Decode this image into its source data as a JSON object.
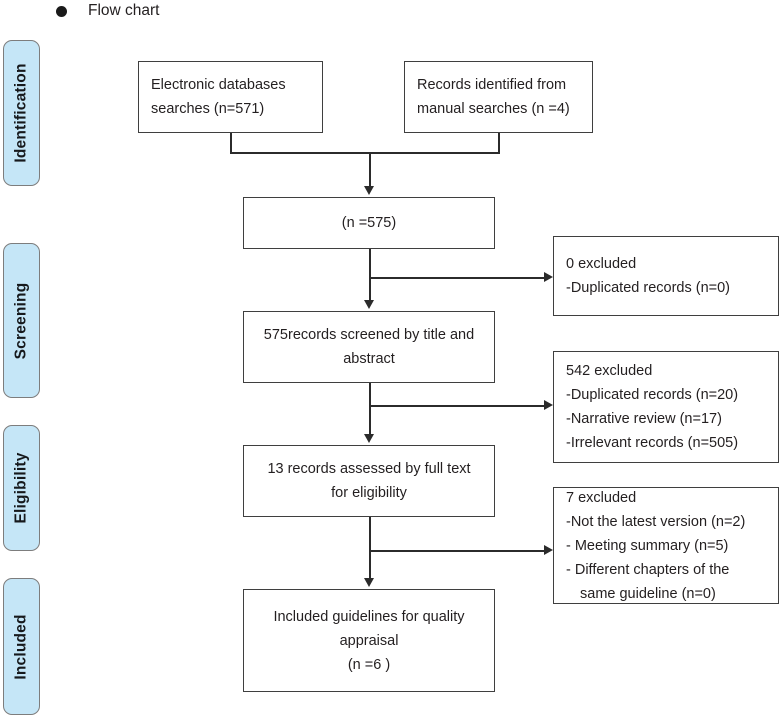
{
  "heading": {
    "bullet_icon": "bullet-dot-icon",
    "text": "Flow chart"
  },
  "stages": [
    {
      "label": "Identification"
    },
    {
      "label": "Screening"
    },
    {
      "label": "Eligibility"
    },
    {
      "label": "Included"
    }
  ],
  "boxes": {
    "db_search": {
      "line1": "Electronic   databases",
      "line2": "searches (n=571)"
    },
    "manual_search": {
      "line1": "Records  identified  from",
      "line2": "manual searches (n =4)"
    },
    "total_records": {
      "line1": "(n =575)"
    },
    "screened": {
      "line1": "575records screened by title and",
      "line2": "abstract"
    },
    "full_text": {
      "line1": "13 records assessed by full text",
      "line2": "for eligibility"
    },
    "included": {
      "line1": "Included guidelines for quality",
      "line2": "appraisal",
      "line3": "(n =6 )"
    }
  },
  "exclusions": {
    "dup": {
      "title": "0 excluded",
      "items": [
        "-Duplicated records (n=0)"
      ]
    },
    "screen": {
      "title": "542 excluded",
      "items": [
        "-Duplicated records (n=20)",
        "-Narrative review (n=17)",
        "-Irrelevant records (n=505)"
      ]
    },
    "fulltext": {
      "title": "7 excluded",
      "items": [
        "-Not the latest version (n=2)",
        "- Meeting summary (n=5)"
      ],
      "wrapped_item_part1": "-   Different   chapters   of   the",
      "wrapped_item_part2": "same guideline (n=0)"
    }
  },
  "colors": {
    "stage_fill": "#c5e6f7",
    "stage_border": "#7d7d7d",
    "box_border": "#3f3f3f",
    "connector": "#2b2b2b",
    "text": "#231f20"
  }
}
